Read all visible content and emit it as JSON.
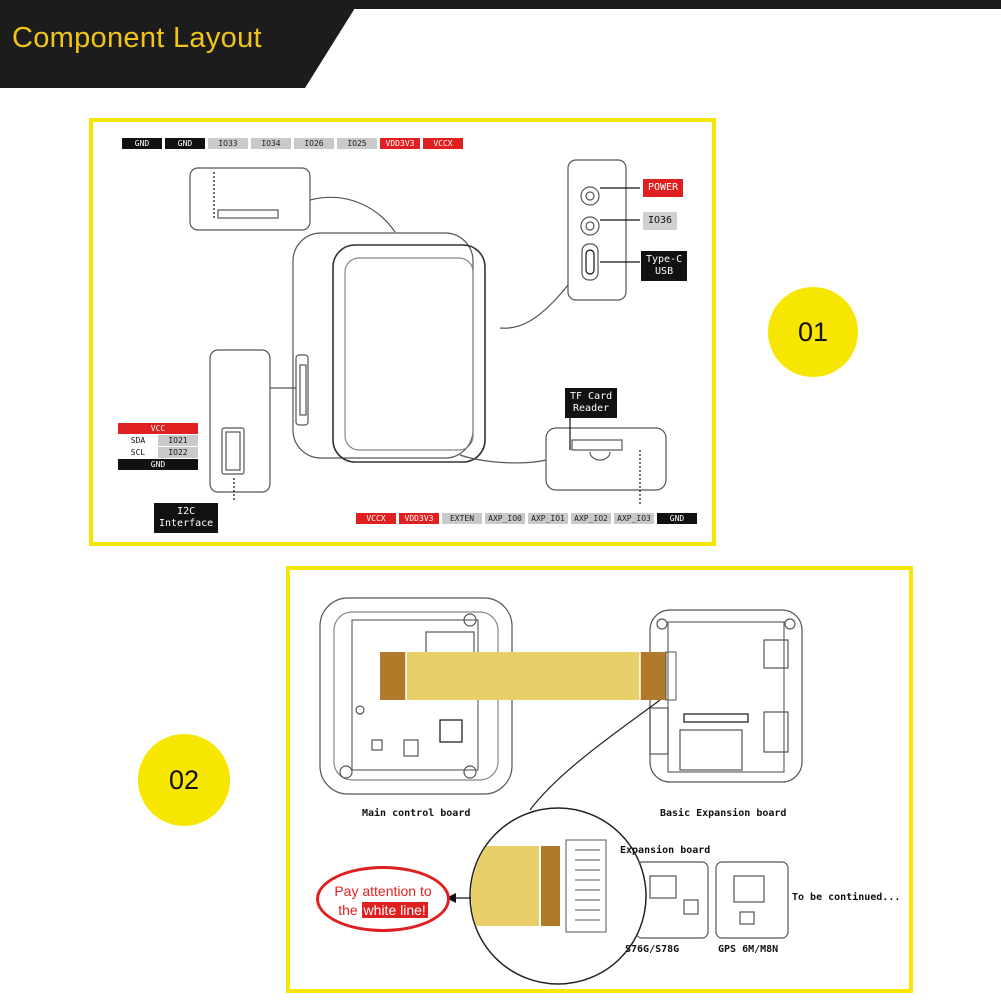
{
  "header": {
    "title": "Component Layout"
  },
  "panel1": {
    "top_pins": [
      {
        "label": "GND",
        "style": "black"
      },
      {
        "label": "GND",
        "style": "black"
      },
      {
        "label": "IO33",
        "style": "gray"
      },
      {
        "label": "IO34",
        "style": "gray"
      },
      {
        "label": "IO26",
        "style": "gray"
      },
      {
        "label": "IO25",
        "style": "gray"
      },
      {
        "label": "VDD3V3",
        "style": "red"
      },
      {
        "label": "VCCX",
        "style": "red"
      }
    ],
    "bottom_pins": [
      {
        "label": "VCCX",
        "style": "red"
      },
      {
        "label": "VDD3V3",
        "style": "red"
      },
      {
        "label": "EXTEN",
        "style": "gray"
      },
      {
        "label": "AXP_IO0",
        "style": "gray"
      },
      {
        "label": "AXP_IO1",
        "style": "gray"
      },
      {
        "label": "AXP_IO2",
        "style": "gray"
      },
      {
        "label": "AXP_IO3",
        "style": "gray"
      },
      {
        "label": "GND",
        "style": "black"
      }
    ],
    "power_label": "POWER",
    "io36_label": "IO36",
    "typec_label_1": "Type-C",
    "typec_label_2": "USB",
    "tf_label_1": "TF Card",
    "tf_label_2": "Reader",
    "i2c_label_1": "I2C",
    "i2c_label_2": "Interface",
    "i2c_table": {
      "vcc": "VCC",
      "sda": "SDA",
      "io21": "IO21",
      "scl": "SCL",
      "io22": "IO22",
      "gnd": "GND"
    },
    "badge": "01"
  },
  "panel2": {
    "badge": "02",
    "main_board_caption": "Main control board",
    "basic_board_caption": "Basic Expansion board",
    "expansion_caption": "Expansion board",
    "s76g_caption": "S76G/S78G",
    "gps_caption": "GPS 6M/M8N",
    "continued_caption": "To be continued...",
    "notice_line1": "Pay attention to",
    "notice_the": "the",
    "notice_highlight": "white line!"
  },
  "colors": {
    "accent_yellow": "#f7e600",
    "header_text": "#f0c419",
    "pin_red": "#e02020",
    "ribbon": "#e8cf6a",
    "ribbon_connector": "#b07a2a"
  }
}
